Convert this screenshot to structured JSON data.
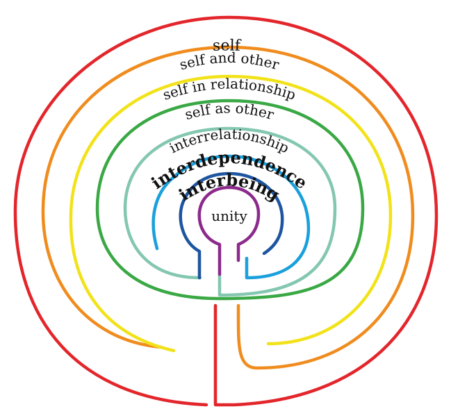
{
  "diagram": {
    "levels": [
      {
        "label": "self",
        "color": "#e3262b"
      },
      {
        "label": "self and other",
        "color": "#f08c1e"
      },
      {
        "label": "self in relationship",
        "color": "#f2e21a"
      },
      {
        "label": "self as other",
        "color": "#3aa845"
      },
      {
        "label": "interrelationship",
        "color": "#84c7b0"
      },
      {
        "label": "interdependence",
        "color": "#1aa0dc"
      },
      {
        "label": "interbeing",
        "color": "#1d55a0"
      },
      {
        "label": "unity",
        "color": "#8c2a8c"
      }
    ]
  }
}
